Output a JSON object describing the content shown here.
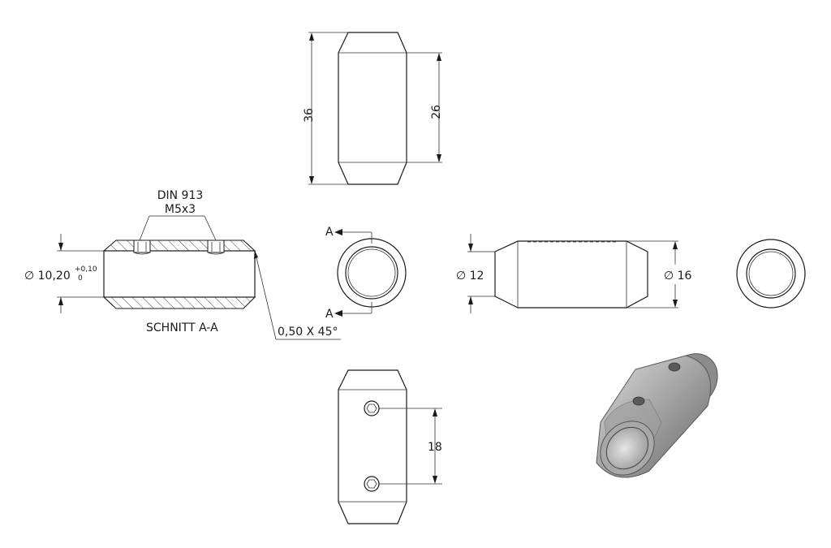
{
  "top_view": {
    "height_label": "36",
    "inner_height_label": "26"
  },
  "section_view": {
    "screw_label_line1": "DIN 913",
    "screw_label_line2": "M5x3",
    "bore_label": "∅ 10,20",
    "tol_upper": "+0,10",
    "tol_lower": "0",
    "caption": "SCHNITT A-A",
    "chamfer_label": "0,50 X 45°"
  },
  "end_view": {
    "section_mark_top": "A",
    "section_mark_bottom": "A"
  },
  "side_view": {
    "small_dia_label": "∅ 12",
    "large_dia_label": "∅ 16"
  },
  "bottom_view": {
    "spacing_label": "18"
  },
  "colors": {
    "line": "#1a1a1a",
    "render_body": "#9a9a9a"
  }
}
